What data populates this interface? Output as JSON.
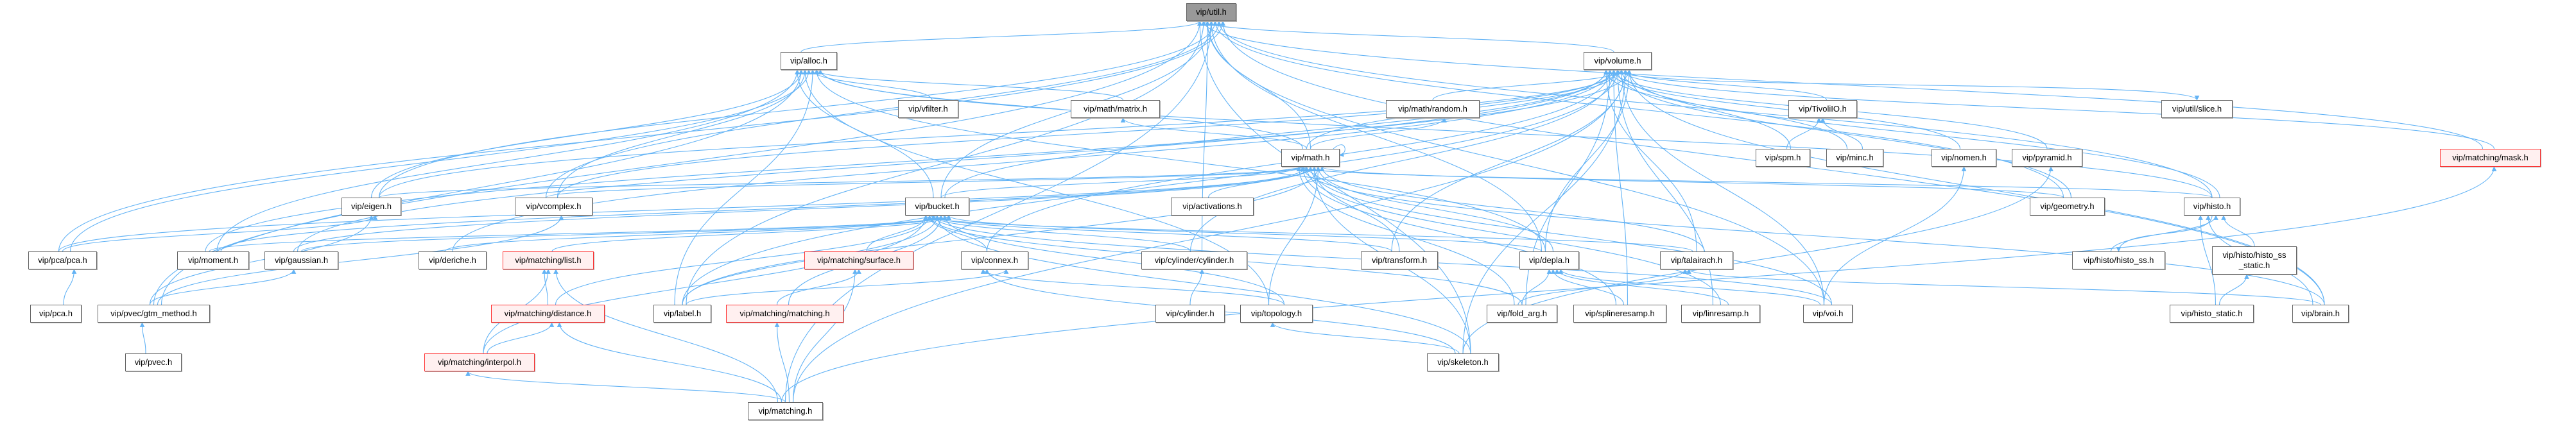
{
  "title": "vip/util.h include dependency graph (included by)",
  "colors": {
    "edge": "#63b3f5",
    "node_border": "#666666",
    "highlight_fill": "#999999",
    "incomplete_border": "#ff3030",
    "incomplete_fill": "#fff0f0"
  },
  "nodes": [
    {
      "id": "util",
      "label": "vip/util.h",
      "style": "gray"
    },
    {
      "id": "alloc",
      "label": "vip/alloc.h"
    },
    {
      "id": "volume",
      "label": "vip/volume.h"
    },
    {
      "id": "vfilter",
      "label": "vip/vfilter.h"
    },
    {
      "id": "matrix",
      "label": "vip/math/matrix.h"
    },
    {
      "id": "random",
      "label": "vip/math/random.h"
    },
    {
      "id": "tivoli",
      "label": "vip/TivoliIO.h"
    },
    {
      "id": "slice",
      "label": "vip/util/slice.h"
    },
    {
      "id": "math",
      "label": "vip/math.h"
    },
    {
      "id": "spm",
      "label": "vip/spm.h"
    },
    {
      "id": "minc",
      "label": "vip/minc.h"
    },
    {
      "id": "nomen",
      "label": "vip/nomen.h"
    },
    {
      "id": "pyramid",
      "label": "vip/pyramid.h"
    },
    {
      "id": "mask",
      "label": "vip/matching/mask.h",
      "style": "red"
    },
    {
      "id": "eigen",
      "label": "vip/eigen.h"
    },
    {
      "id": "vcomplex",
      "label": "vip/vcomplex.h"
    },
    {
      "id": "bucket",
      "label": "vip/bucket.h"
    },
    {
      "id": "activations",
      "label": "vip/activations.h"
    },
    {
      "id": "geometry",
      "label": "vip/geometry.h"
    },
    {
      "id": "histo",
      "label": "vip/histo.h"
    },
    {
      "id": "pcapca",
      "label": "vip/pca/pca.h"
    },
    {
      "id": "moment",
      "label": "vip/moment.h"
    },
    {
      "id": "gaussian",
      "label": "vip/gaussian.h"
    },
    {
      "id": "deriche",
      "label": "vip/deriche.h"
    },
    {
      "id": "list",
      "label": "vip/matching/list.h",
      "style": "red"
    },
    {
      "id": "surface",
      "label": "vip/matching/surface.h",
      "style": "red"
    },
    {
      "id": "connex",
      "label": "vip/connex.h"
    },
    {
      "id": "cylcyl",
      "label": "vip/cylinder/cylinder.h"
    },
    {
      "id": "transform",
      "label": "vip/transform.h"
    },
    {
      "id": "depla",
      "label": "vip/depla.h"
    },
    {
      "id": "talairach",
      "label": "vip/talairach.h"
    },
    {
      "id": "histo_ss",
      "label": "vip/histo/histo_ss.h"
    },
    {
      "id": "histo_ss_static",
      "label": "vip/histo/histo_ss\n_static.h"
    },
    {
      "id": "pca",
      "label": "vip/pca.h"
    },
    {
      "id": "gtm",
      "label": "vip/pvec/gtm_method.h"
    },
    {
      "id": "distance",
      "label": "vip/matching/distance.h",
      "style": "red"
    },
    {
      "id": "label",
      "label": "vip/label.h"
    },
    {
      "id": "matching_matching",
      "label": "vip/matching/matching.h",
      "style": "red"
    },
    {
      "id": "cylinder",
      "label": "vip/cylinder.h"
    },
    {
      "id": "topology",
      "label": "vip/topology.h"
    },
    {
      "id": "fold_arg",
      "label": "vip/fold_arg.h"
    },
    {
      "id": "splineresamp",
      "label": "vip/splineresamp.h"
    },
    {
      "id": "linresamp",
      "label": "vip/linresamp.h"
    },
    {
      "id": "voi",
      "label": "vip/voi.h"
    },
    {
      "id": "histo_static",
      "label": "vip/histo_static.h"
    },
    {
      "id": "brain",
      "label": "vip/brain.h"
    },
    {
      "id": "pvec",
      "label": "vip/pvec.h"
    },
    {
      "id": "interpol",
      "label": "vip/matching/interpol.h",
      "style": "red"
    },
    {
      "id": "skeleton",
      "label": "vip/skeleton.h"
    },
    {
      "id": "matching",
      "label": "vip/matching.h"
    }
  ],
  "edges": [
    [
      "alloc",
      "util"
    ],
    [
      "volume",
      "util"
    ],
    [
      "math",
      "util"
    ],
    [
      "bucket",
      "util"
    ],
    [
      "eigen",
      "util"
    ],
    [
      "vcomplex",
      "util"
    ],
    [
      "pcapca",
      "util"
    ],
    [
      "gtm",
      "util"
    ],
    [
      "label",
      "util"
    ],
    [
      "cylcyl",
      "util"
    ],
    [
      "depla",
      "util"
    ],
    [
      "geometry",
      "util"
    ],
    [
      "histo",
      "util"
    ],
    [
      "brain",
      "util"
    ],
    [
      "skeleton",
      "util"
    ],
    [
      "mask",
      "util"
    ],
    [
      "voi",
      "util"
    ],
    [
      "matching",
      "util"
    ],
    [
      "vfilter",
      "alloc"
    ],
    [
      "matrix",
      "alloc"
    ],
    [
      "math",
      "alloc"
    ],
    [
      "bucket",
      "alloc"
    ],
    [
      "eigen",
      "alloc"
    ],
    [
      "vcomplex",
      "alloc"
    ],
    [
      "pcapca",
      "alloc"
    ],
    [
      "label",
      "alloc"
    ],
    [
      "depla",
      "alloc"
    ],
    [
      "histo",
      "alloc"
    ],
    [
      "moment",
      "alloc"
    ],
    [
      "gtm",
      "alloc"
    ],
    [
      "topology",
      "alloc"
    ],
    [
      "math",
      "volume"
    ],
    [
      "random",
      "volume"
    ],
    [
      "tivoli",
      "volume"
    ],
    [
      "spm",
      "volume"
    ],
    [
      "minc",
      "volume"
    ],
    [
      "nomen",
      "volume"
    ],
    [
      "pyramid",
      "volume"
    ],
    [
      "geometry",
      "volume"
    ],
    [
      "histo",
      "volume"
    ],
    [
      "transform",
      "volume"
    ],
    [
      "depla",
      "volume"
    ],
    [
      "talairach",
      "volume"
    ],
    [
      "fold_arg",
      "volume"
    ],
    [
      "splineresamp",
      "volume"
    ],
    [
      "linresamp",
      "volume"
    ],
    [
      "voi",
      "volume"
    ],
    [
      "skeleton",
      "volume"
    ],
    [
      "brain",
      "volume"
    ],
    [
      "bucket",
      "volume"
    ],
    [
      "connex",
      "volume"
    ],
    [
      "cylcyl",
      "volume"
    ],
    [
      "label",
      "volume"
    ],
    [
      "mask",
      "volume"
    ],
    [
      "matching",
      "volume"
    ],
    [
      "moment",
      "volume"
    ],
    [
      "gaussian",
      "volume"
    ],
    [
      "deriche",
      "volume"
    ],
    [
      "vcomplex",
      "volume"
    ],
    [
      "eigen",
      "volume"
    ],
    [
      "volume",
      "slice"
    ],
    [
      "math",
      "matrix"
    ],
    [
      "math",
      "random"
    ],
    [
      "bucket",
      "math"
    ],
    [
      "eigen",
      "math"
    ],
    [
      "vcomplex",
      "math"
    ],
    [
      "activations",
      "math"
    ],
    [
      "transform",
      "math"
    ],
    [
      "depla",
      "math"
    ],
    [
      "talairach",
      "math"
    ],
    [
      "fold_arg",
      "math"
    ],
    [
      "splineresamp",
      "math"
    ],
    [
      "linresamp",
      "math"
    ],
    [
      "voi",
      "math"
    ],
    [
      "skeleton",
      "math"
    ],
    [
      "topology",
      "math"
    ],
    [
      "geometry",
      "math"
    ],
    [
      "histo",
      "math"
    ],
    [
      "brain",
      "math"
    ],
    [
      "moment",
      "math"
    ],
    [
      "gaussian",
      "math"
    ],
    [
      "pcapca",
      "math"
    ],
    [
      "label",
      "math"
    ],
    [
      "list",
      "bucket"
    ],
    [
      "surface",
      "bucket"
    ],
    [
      "connex",
      "bucket"
    ],
    [
      "cylcyl",
      "bucket"
    ],
    [
      "label",
      "bucket"
    ],
    [
      "matching_matching",
      "bucket"
    ],
    [
      "topology",
      "bucket"
    ],
    [
      "depla",
      "bucket"
    ],
    [
      "talairach",
      "bucket"
    ],
    [
      "fold_arg",
      "bucket"
    ],
    [
      "voi",
      "bucket"
    ],
    [
      "skeleton",
      "bucket"
    ],
    [
      "deriche",
      "bucket"
    ],
    [
      "moment",
      "bucket"
    ],
    [
      "gaussian",
      "bucket"
    ],
    [
      "interpol",
      "bucket"
    ],
    [
      "distance",
      "bucket"
    ],
    [
      "transform",
      "bucket"
    ],
    [
      "gtm",
      "eigen"
    ],
    [
      "pcapca",
      "eigen"
    ],
    [
      "gtm",
      "vcomplex"
    ],
    [
      "pca",
      "pcapca"
    ],
    [
      "pvec",
      "gtm"
    ],
    [
      "gtm",
      "gaussian"
    ],
    [
      "distance",
      "list"
    ],
    [
      "interpol",
      "list"
    ],
    [
      "interpol",
      "distance"
    ],
    [
      "matching",
      "list"
    ],
    [
      "matching",
      "distance"
    ],
    [
      "matching",
      "interpol"
    ],
    [
      "matching",
      "matching_matching"
    ],
    [
      "matching",
      "surface"
    ],
    [
      "matching_matching",
      "surface"
    ],
    [
      "matching",
      "mask"
    ],
    [
      "cylinder",
      "cylcyl"
    ],
    [
      "label",
      "connex"
    ],
    [
      "topology",
      "connex"
    ],
    [
      "skeleton",
      "connex"
    ],
    [
      "skeleton",
      "topology"
    ],
    [
      "fold_arg",
      "depla"
    ],
    [
      "splineresamp",
      "depla"
    ],
    [
      "linresamp",
      "depla"
    ],
    [
      "voi",
      "depla"
    ],
    [
      "fold_arg",
      "talairach"
    ],
    [
      "brain",
      "talairach"
    ],
    [
      "spm",
      "tivoli"
    ],
    [
      "minc",
      "tivoli"
    ],
    [
      "histo_ss",
      "histo"
    ],
    [
      "histo",
      "histo_ss"
    ],
    [
      "histo_ss_static",
      "histo"
    ],
    [
      "histo_static",
      "histo"
    ],
    [
      "histo_static",
      "histo_ss_static"
    ],
    [
      "brain",
      "histo"
    ],
    [
      "voi",
      "nomen"
    ],
    [
      "skeleton",
      "pyramid"
    ]
  ]
}
